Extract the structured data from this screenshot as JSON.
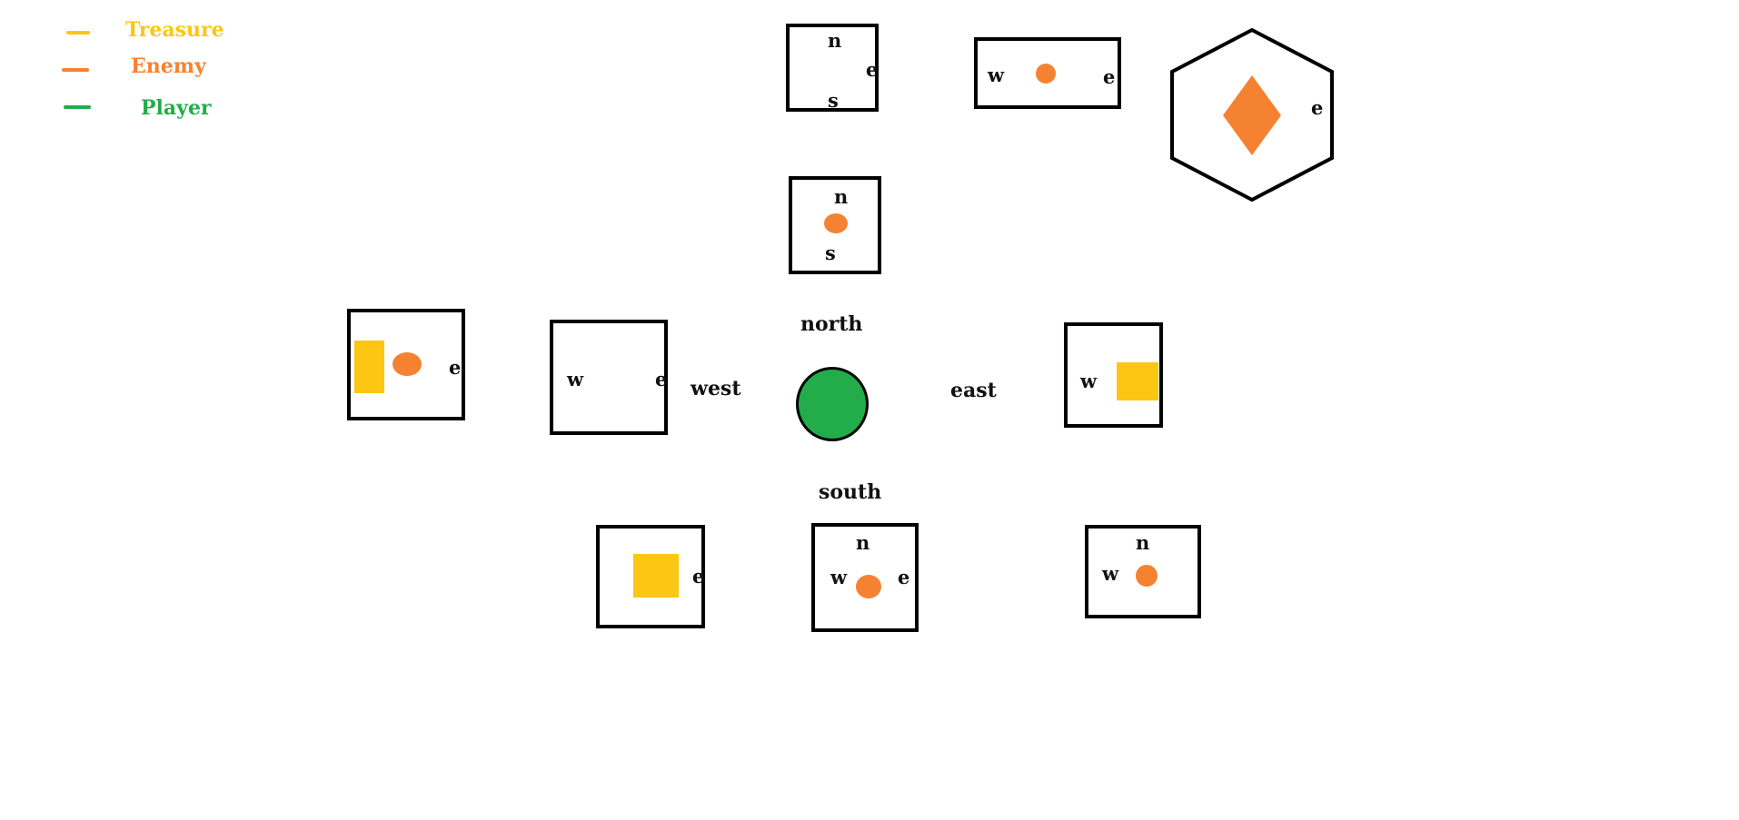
{
  "legend": {
    "treasure": {
      "label": "Treasure",
      "color": "#fcc612"
    },
    "enemy": {
      "label": "Enemy",
      "color": "#f58231"
    },
    "player": {
      "label": "Player",
      "color": "#22ad4a"
    }
  },
  "directions": {
    "north": "north",
    "south": "south",
    "west": "west",
    "east": "east"
  },
  "doors": {
    "n": "n",
    "s": "s",
    "e": "e",
    "w": "w"
  },
  "icons": {
    "player": "green-circle",
    "enemy": "orange-circle",
    "treasure": "yellow-square",
    "boss": "orange-diamond"
  }
}
